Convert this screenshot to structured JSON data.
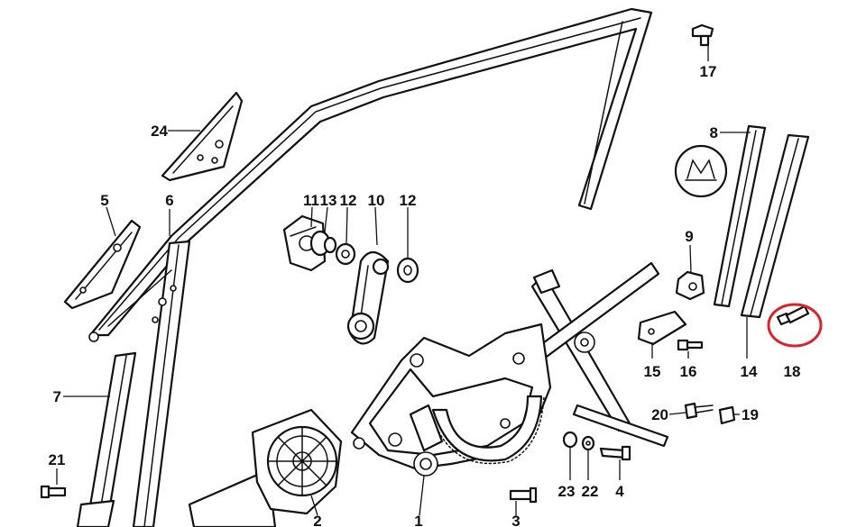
{
  "callouts": {
    "c1": "1",
    "c2": "2",
    "c3": "3",
    "c4": "4",
    "c5": "5",
    "c6": "6",
    "c7": "7",
    "c8": "8",
    "c9": "9",
    "c10": "10",
    "c11": "11",
    "c12a": "12",
    "c12b": "12",
    "c13": "13",
    "c14": "14",
    "c15": "15",
    "c16": "16",
    "c17": "17",
    "c18": "18",
    "c19": "19",
    "c20": "20",
    "c21": "21",
    "c22": "22",
    "c23": "23",
    "c24": "24"
  },
  "highlight": {
    "color": "#d8232a",
    "part": "18"
  }
}
